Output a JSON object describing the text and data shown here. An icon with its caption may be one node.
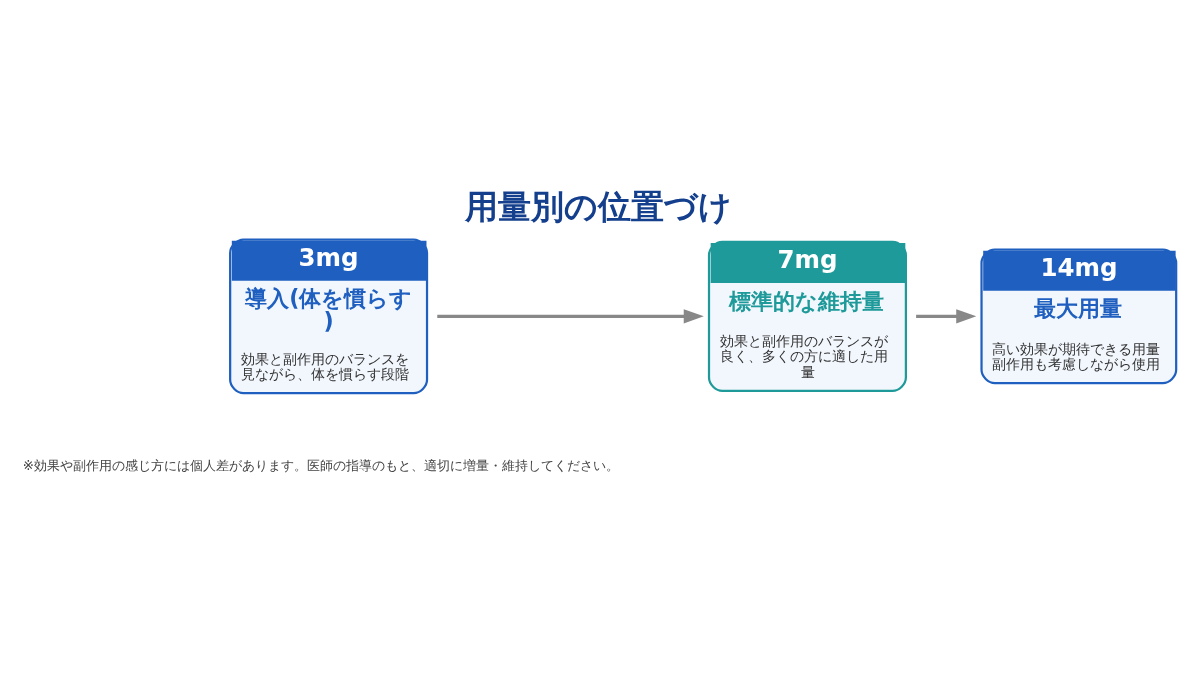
{
  "diagram": {
    "title": "用量別の位置づけ",
    "caption": "※効果や副作用の感じ方には個人差があります。医師の指導のもと、適切に増量・維持してください。",
    "nodes": [
      {
        "text": [
          "3mg",
          "導入(体を慣らす)",
          "効果と副作用のバランスを見ながら、体を慣らす段階"
        ]
      },
      {
        "text": [
          "7mg",
          "標準的な維持量",
          "効果と副作用のバランスが良く、多くの方に適した用量"
        ]
      },
      {
        "text": [
          "14mg",
          "最大用量",
          "高い効果が期待できる用量副作用も考慮しながら使用"
        ]
      }
    ],
    "edges": [
      {
        "from": 0,
        "to": 1,
        "arrow": "to"
      },
      {
        "from": 1,
        "to": 2,
        "arrow": "to"
      }
    ]
  }
}
